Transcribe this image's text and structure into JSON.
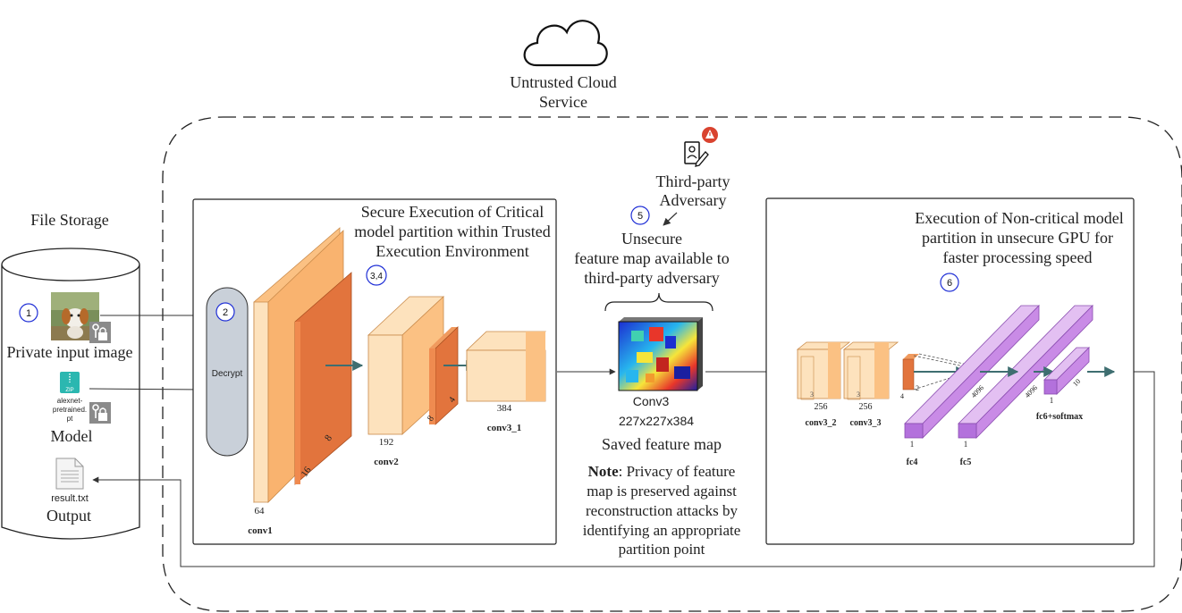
{
  "cloud": {
    "label_line1": "Untrusted Cloud",
    "label_line2": "Service"
  },
  "storage": {
    "title": "File Storage",
    "input_label": "Private input image",
    "model_file_line1": "alexnet-",
    "model_file_line2": "pretrained.",
    "model_file_line3": "pt",
    "model_label": "Model",
    "result_file": "result.txt",
    "output_label": "Output",
    "zip_text": "ZIP"
  },
  "steps": {
    "s1": "1",
    "s2": "2",
    "s34": "3,4",
    "s5": "5",
    "s6": "6"
  },
  "decrypt_label": "Decrypt",
  "tee": {
    "title_line1": "Secure Execution of Critical",
    "title_line2": "model partition within Trusted",
    "title_line3": "Execution Environment",
    "conv1_label": "conv1",
    "conv1_dim": "64",
    "conv1_d16": "16",
    "conv1_d8": "8",
    "conv2_label": "conv2",
    "conv2_dim": "192",
    "conv2_d8": "8",
    "conv2_d4": "4",
    "conv3_1_label": "conv3_1",
    "conv3_1_dim": "384"
  },
  "adversary": {
    "line1": "Third-party",
    "line2": "Adversary"
  },
  "feature": {
    "unsecure_line1": "Unsecure",
    "unsecure_line2": "feature map available to",
    "unsecure_line3": "third-party adversary",
    "map_title": "Conv3",
    "map_size": "227x227x384",
    "saved_label": "Saved feature map",
    "note_bold": "Note",
    "note_line1_rest": ": Privacy of feature",
    "note_line2": "map is preserved against",
    "note_line3": "reconstruction attacks by",
    "note_line4": "identifying an appropriate",
    "note_line5": "partition point"
  },
  "gpu": {
    "title_line1": "Execution of Non-critical model",
    "title_line2": "partition in unsecure GPU for",
    "title_line3": "faster processing speed",
    "conv3_2_label": "conv3_2",
    "conv3_2_dim": "256",
    "conv3_2_d3": "3",
    "conv3_3_label": "conv3_3",
    "conv3_3_dim": "256",
    "conv3_3_d3": "3",
    "d4": "4",
    "d2": "2",
    "fc4_label": "fc4",
    "fc4_dim": "4096",
    "fc4_one": "1",
    "fc5_label": "fc5",
    "fc5_dim": "4096",
    "fc5_one": "1",
    "fc6_label": "fc6+softmax",
    "fc6_dim": "10",
    "fc6_one": "1"
  },
  "colors": {
    "orange_light": "#fde2bd",
    "orange_mid": "#fbc183",
    "orange_dark": "#e2743d",
    "purple_light": "#e3c0f2",
    "purple_mid": "#c98be6",
    "purple_dark": "#a55fcc",
    "step_circle": "#1f2fd6",
    "decrypt_fill": "#c9d0d9",
    "warn_red": "#d9432f"
  }
}
